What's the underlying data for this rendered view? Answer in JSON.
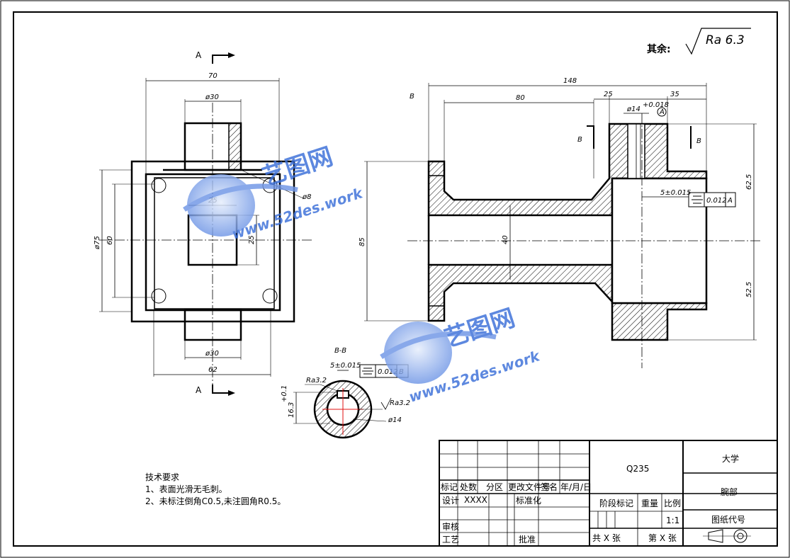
{
  "roughness": {
    "label": "其余:",
    "value": "Ra 6.3"
  },
  "views": {
    "section_mark": "A",
    "bb_label": "B-B",
    "b_mark": "B"
  },
  "dims": {
    "top_70": "70",
    "top_30": "ø30",
    "bot_30": "ø30",
    "bot_62": "62",
    "left_75": "ø75",
    "left_60": "60",
    "inner_25h": "25",
    "inner_25v": "25",
    "hole_8": "ø8",
    "len_148": "148",
    "len_80": "80",
    "len_25": "25",
    "len_35": "35",
    "dia_14": "ø14",
    "tol_14": "+0.018",
    "h_85": "85",
    "h_40": "40",
    "r_62_5": "62.5",
    "r_52_5": "52.5",
    "key_5": "5±0.015",
    "sym_tol": "0.012",
    "datum_a": "A",
    "datum_b": "B",
    "bb_5": "5±0.015",
    "bb_ra32a": "Ra3.2",
    "bb_ra32b": "Ra3.2",
    "bb_14": "ø14",
    "bb_163": "16.3",
    "bb_163_tol": "+0.1"
  },
  "watermark": {
    "brand": "艺图网",
    "url": "www.52des.work"
  },
  "notes": {
    "title": "技术要求",
    "items": [
      "1、表面光滑无毛刺。",
      "2、未标注倒角C0.5,未注圆角R0.5。"
    ]
  },
  "title_block": {
    "material": "Q235",
    "school": "大学",
    "part_name": "腕部",
    "drawing_code": "图纸代号",
    "headers": [
      "标记",
      "处数",
      "分区",
      "更改文件号",
      "签名",
      "年/月/日"
    ],
    "design": "设计",
    "design_name": "XXXX",
    "standard": "标准化",
    "review": "审核",
    "process": "工艺",
    "approve": "批准",
    "stage": "阶段标记",
    "weight": "重量",
    "scale_label": "比例",
    "scale": "1:1",
    "total": "共 X 张",
    "sheet": "第 X 张"
  },
  "colors": {
    "line": "#000000",
    "center": "#000000",
    "red": "#e01010",
    "watermark": "#3a6fd8"
  }
}
